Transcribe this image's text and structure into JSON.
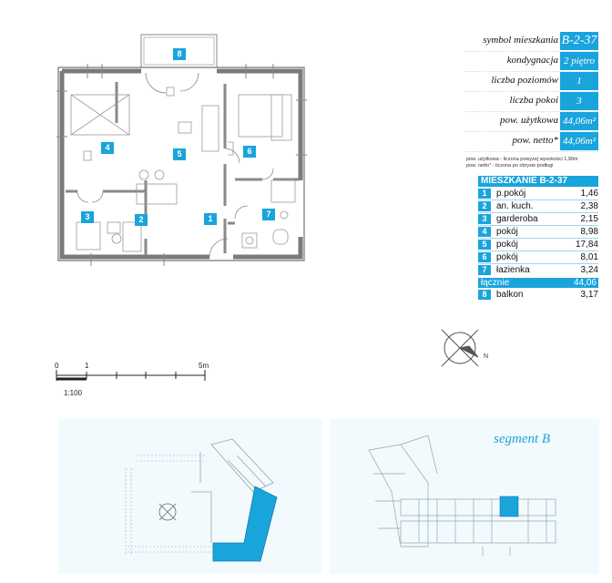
{
  "info": {
    "rows": [
      {
        "label": "symbol mieszkania",
        "value": "B-2-37"
      },
      {
        "label": "kondygnacja",
        "value": "2 piętro"
      },
      {
        "label": "liczba poziomów",
        "value": "1"
      },
      {
        "label": "liczba pokoi",
        "value": "3"
      },
      {
        "label": "pow. użytkowa",
        "value": "44,06m²"
      },
      {
        "label": "pow. netto*",
        "value": "44,06m²"
      }
    ],
    "notes": [
      "pow. użytkowa - liczona powyżej wysokości 1,90m",
      "pow. netto* - liczona po obrysie podłogi"
    ]
  },
  "apartment": {
    "title": "MIESZKANIE B-2-37",
    "rooms": [
      {
        "num": "1",
        "name": "p.pokój",
        "area": "1,46"
      },
      {
        "num": "2",
        "name": "an. kuch.",
        "area": "2,38"
      },
      {
        "num": "3",
        "name": "garderoba",
        "area": "2,15"
      },
      {
        "num": "4",
        "name": "pokój",
        "area": "8,98"
      },
      {
        "num": "5",
        "name": "pokój",
        "area": "17,84"
      },
      {
        "num": "6",
        "name": "pokój",
        "area": "8,01"
      },
      {
        "num": "7",
        "name": "łazienka",
        "area": "3,24"
      }
    ],
    "total": {
      "label": "łącznie",
      "area": "44,06"
    },
    "balcony": {
      "num": "8",
      "name": "balkon",
      "area": "3,17"
    }
  },
  "plan_labels": [
    "1",
    "2",
    "3",
    "4",
    "5",
    "6",
    "7",
    "8"
  ],
  "compass": {
    "label": "N"
  },
  "scale": {
    "ticks": [
      "0",
      "1",
      "5m"
    ],
    "ratio": "1:100"
  },
  "segment": {
    "title": "segment B"
  },
  "colors": {
    "accent": "#1aa4dc",
    "highlight_fill": "#1aa4dc",
    "wall": "#8a8a8a"
  }
}
